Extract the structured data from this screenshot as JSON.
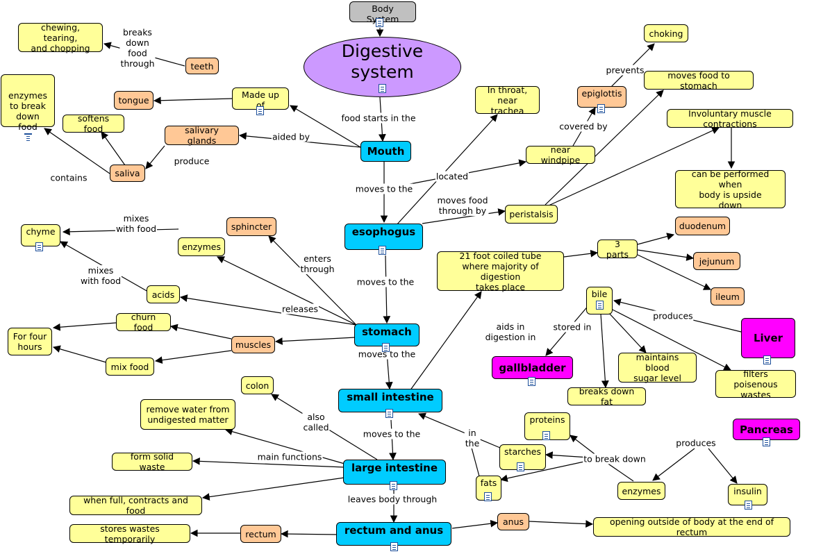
{
  "nodes": {
    "body_system": {
      "text": "Body System"
    },
    "digestive_system": {
      "text": "Digestive system"
    },
    "mouth": {
      "text": "Mouth"
    },
    "esophagus": {
      "text": "esophogus"
    },
    "stomach": {
      "text": "stomach"
    },
    "small_intestine": {
      "text": "small intestine"
    },
    "large_intestine": {
      "text": "large intestine"
    },
    "rectum_and_anus": {
      "text": "rectum and anus"
    },
    "chewing": {
      "text": "chewing, tearing,\nand chopping"
    },
    "teeth": {
      "text": "teeth"
    },
    "enzymes_break": {
      "text": "enzymes\nto break\ndown food"
    },
    "tongue": {
      "text": "tongue"
    },
    "made_up_of": {
      "text": "Made up of"
    },
    "softens_food": {
      "text": "softens food"
    },
    "salivary_glands": {
      "text": "salivary glands"
    },
    "saliva": {
      "text": "saliva"
    },
    "in_throat": {
      "text": "In throat,\nnear trachea"
    },
    "epiglottis": {
      "text": "epiglottis"
    },
    "choking": {
      "text": "choking"
    },
    "moves_food_stomach": {
      "text": "moves food to stomach"
    },
    "involuntary": {
      "text": "Involuntary muscle contractions"
    },
    "upside_down": {
      "text": "can be performed when\nbody is upside\ndown"
    },
    "near_windpipe": {
      "text": "near windpipe"
    },
    "peristalsis": {
      "text": "peristalsis"
    },
    "chyme": {
      "text": "chyme"
    },
    "sphincter": {
      "text": "sphincter"
    },
    "enzymes_stomach": {
      "text": "enzymes"
    },
    "acids": {
      "text": "acids"
    },
    "churn_food": {
      "text": "churn food"
    },
    "for_four_hours": {
      "text": "For four\nhours"
    },
    "muscles": {
      "text": "muscles"
    },
    "mix_food": {
      "text": "mix food"
    },
    "coiled_tube": {
      "text": "21 foot coiled tube\nwhere majority of digestion\ntakes place"
    },
    "three_parts": {
      "text": "3 parts"
    },
    "duodenum": {
      "text": "duodenum"
    },
    "jejunum": {
      "text": "jejunum"
    },
    "ileum": {
      "text": "ileum"
    },
    "bile": {
      "text": "bile"
    },
    "liver": {
      "text": "Liver"
    },
    "gallbladder": {
      "text": "gallbladder"
    },
    "blood_sugar": {
      "text": "maintains blood\nsugar level"
    },
    "filters": {
      "text": "filters poisenous\nwastes"
    },
    "breaks_fat": {
      "text": "breaks down fat"
    },
    "proteins": {
      "text": "proteins"
    },
    "starches": {
      "text": "starches"
    },
    "fats": {
      "text": "fats"
    },
    "pancreas": {
      "text": "Pancreas"
    },
    "enzymes_pancreas": {
      "text": "enzymes"
    },
    "insulin": {
      "text": "insulin"
    },
    "colon": {
      "text": "colon"
    },
    "remove_water": {
      "text": "remove water from\nundigested matter"
    },
    "form_solid": {
      "text": "form solid waste"
    },
    "when_full": {
      "text": "when full, contracts and food"
    },
    "stores_wastes": {
      "text": "stores wastes temporarily"
    },
    "rectum": {
      "text": "rectum"
    },
    "anus": {
      "text": "anus"
    },
    "opening": {
      "text": "opening outside of body at the end of rectum"
    }
  },
  "link_labels": {
    "breaks_down_food_through": "breaks\ndown\nfood\nthrough",
    "food_starts_in_the": "food starts in the",
    "aided_by": "aided by",
    "produce": "produce",
    "contains": "contains",
    "moves_to_the_1": "moves to the",
    "located": "located",
    "covered_by": "covered by",
    "prevents": "prevents",
    "moves_food_through_by": "moves food\nthrough by",
    "mixes_with_food_1": "mixes\nwith food",
    "mixes_with_food_2": "mixes\nwith food",
    "enters_through": "enters\nthrough",
    "releases": "releases",
    "moves_to_the_2": "moves to the",
    "moves_to_the_3": "moves to the",
    "aids_in_digestion_in": "aids in\ndigestion in",
    "stored_in": "stored in",
    "produces_bile": "produces",
    "in_the": "in\nthe",
    "to_break_down": "to break down",
    "produces_pancreas": "produces",
    "also_called": "also\ncalled",
    "moves_to_the_4": "moves to the",
    "main_functions": "main functions",
    "leaves_body_through": "leaves body through"
  }
}
